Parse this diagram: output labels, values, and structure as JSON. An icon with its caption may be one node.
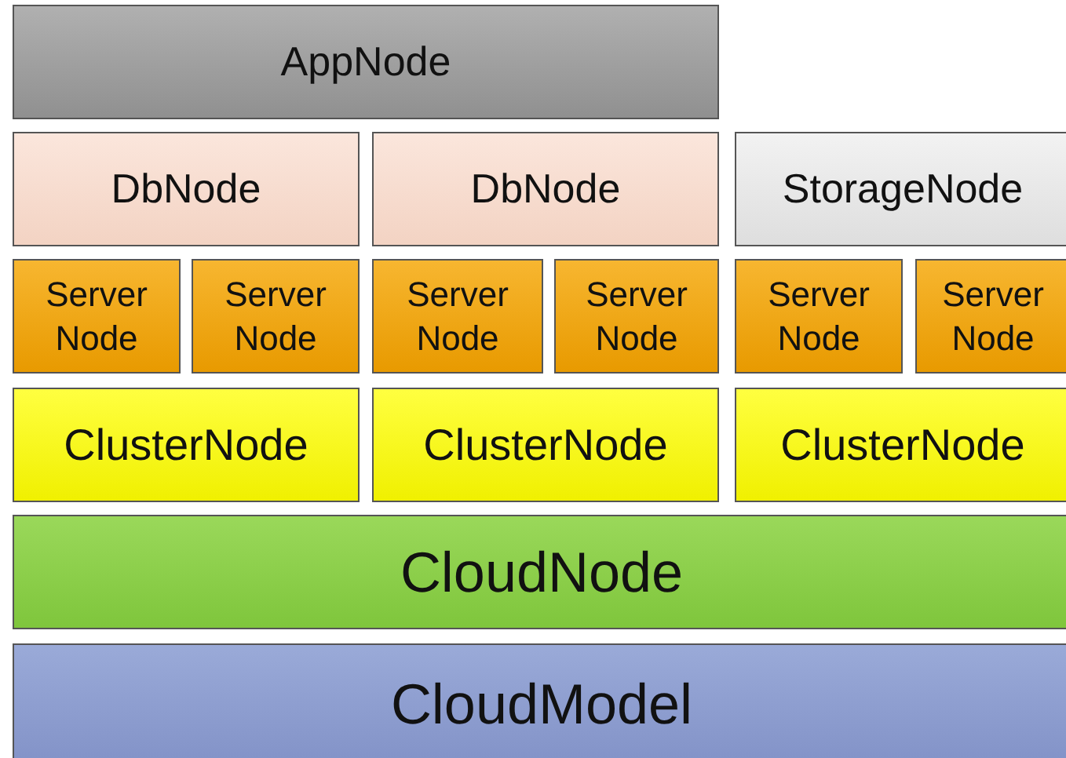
{
  "diagram": {
    "nodes": [
      {
        "text": [
          "AppNode"
        ]
      },
      {
        "text": [
          "DbNode"
        ]
      },
      {
        "text": [
          "DbNode"
        ]
      },
      {
        "text": [
          "StorageNode"
        ]
      },
      {
        "text": [
          "Server Node"
        ]
      },
      {
        "text": [
          "Server Node"
        ]
      },
      {
        "text": [
          "Server Node"
        ]
      },
      {
        "text": [
          "Server Node"
        ]
      },
      {
        "text": [
          "Server Node"
        ]
      },
      {
        "text": [
          "Server Node"
        ]
      },
      {
        "text": [
          "ClusterNode"
        ]
      },
      {
        "text": [
          "ClusterNode"
        ]
      },
      {
        "text": [
          "ClusterNode"
        ]
      },
      {
        "text": [
          "CloudNode"
        ]
      },
      {
        "text": [
          "CloudModel"
        ]
      }
    ],
    "edges": []
  }
}
